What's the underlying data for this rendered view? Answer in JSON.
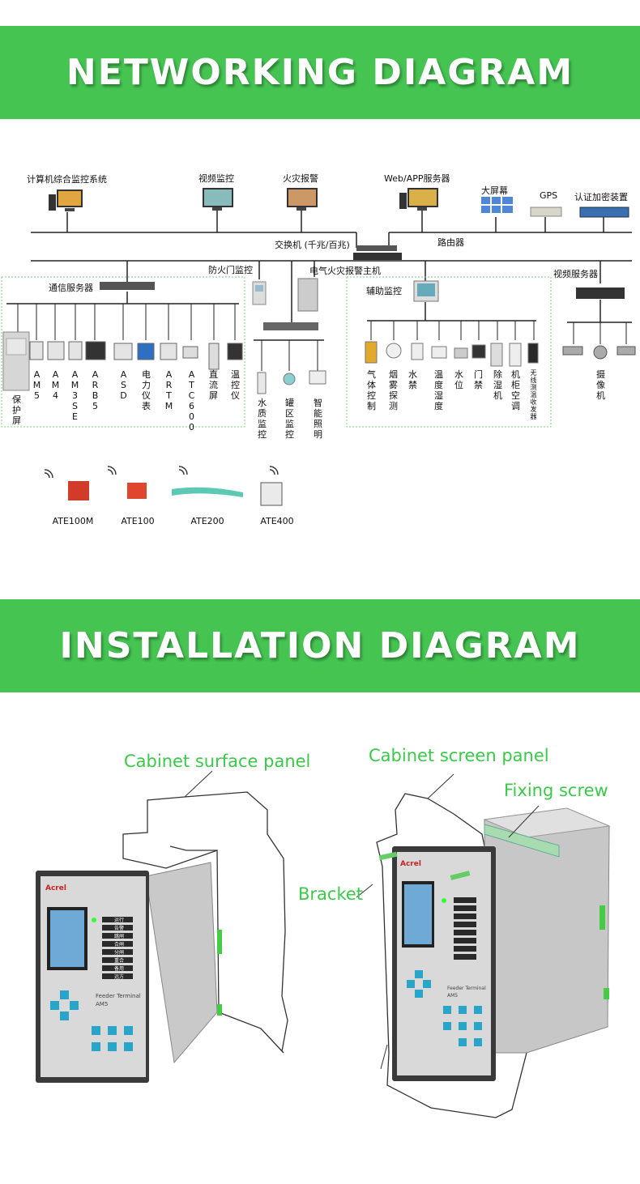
{
  "networking": {
    "title": "NETWORKING DIAGRAM",
    "top_nodes": {
      "computer_monitoring": "计算机综合监控系统",
      "video_monitoring": "视频监控",
      "fire_alarm": "火灾报警",
      "web_app_server": "Web/APP服务器",
      "big_screen": "大屏幕",
      "gps": "GPS",
      "encryption": "认证加密装置"
    },
    "switch": "交换机 (千兆/百兆)",
    "router": "路由器",
    "fire_door": "防火门监控",
    "electrical_fire": "电气火灾报警主机",
    "video_server": "视频服务器",
    "comm_server": "通信服务器",
    "aux_monitor": "辅助监控",
    "protection_devices": [
      "保护屏",
      "AM5",
      "AM4",
      "AM3SE",
      "ARB5",
      "ASD",
      "电力仪表",
      "ARTM",
      "ATC600",
      "直流屏",
      "温控仪"
    ],
    "middle_devices": [
      "水质监控",
      "罐区监控",
      "智能照明"
    ],
    "aux_devices": [
      "气体控制",
      "烟雾探测",
      "水禁",
      "温度湿度",
      "水位",
      "门禁",
      "除湿机",
      "机柜空调",
      "无线测温收发器"
    ],
    "camera": "摄像机",
    "sensors": [
      "ATE100M",
      "ATE100",
      "ATE200",
      "ATE400"
    ]
  },
  "installation": {
    "title": "INSTALLATION DIAGRAM",
    "surface_panel": "Cabinet surface panel",
    "screen_panel": "Cabinet screen panel",
    "fixing_screw": "Fixing screw",
    "bracket": "Bracket",
    "brand": "Acrel",
    "device_name": "Feeder Terminal",
    "device_model": "AM5",
    "button_labels": [
      "运行",
      "告警",
      "跳闸",
      "合闸",
      "分闸",
      "重合",
      "备用",
      "远方"
    ]
  },
  "colors": {
    "banner": "#46c452",
    "label_green": "#3cc84a"
  }
}
